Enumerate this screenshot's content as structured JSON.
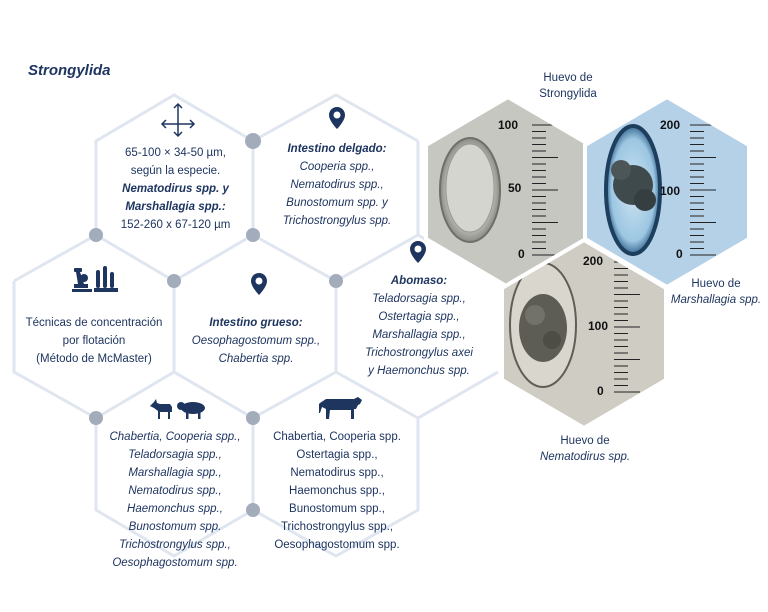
{
  "title": "Strongylida",
  "size_block": {
    "lines": [
      "65-100 × 34-50 µm,",
      "según la especie."
    ],
    "bold_lines": [
      "Nematodirus spp. y",
      "Marshallagia spp.:"
    ],
    "last_line": "152-260 x 67-120 µm",
    "icon": "arrows-move-icon"
  },
  "intestino_delgado": {
    "heading": "Intestino delgado:",
    "items": [
      "Cooperia spp.,",
      "Nematodirus spp.,",
      "Bunostomum spp. y",
      "Trichostrongylus spp."
    ],
    "icon": "location-pin-icon"
  },
  "tecnicas": {
    "lines": [
      "Técnicas de concentración",
      "por flotación",
      "(Método de McMaster)"
    ],
    "icon": "microscope-lab-icon"
  },
  "intestino_grueso": {
    "heading": "Intestino grueso:",
    "items": [
      "Oesophagostomum spp.,",
      "Chabertia spp."
    ],
    "icon": "location-pin-icon"
  },
  "abomaso": {
    "heading": "Abomaso:",
    "items": [
      "Teladorsagia spp.,",
      "Ostertagia spp.,",
      "Marshallagia spp.,",
      "Trichostrongylus axei",
      "y Haemonchus spp."
    ],
    "icon": "location-pin-icon"
  },
  "pequenos_rumiantes": {
    "items": [
      "Chabertia, Cooperia spp.,",
      "Teladorsagia spp.,",
      "Marshallagia spp.,",
      "Nematodirus spp.,",
      "Haemonchus spp.,",
      "Bunostomum spp.",
      "Trichostrongylus spp.,",
      "Oesophagostomum spp."
    ],
    "icon": "goat-sheep-icon"
  },
  "bovinos": {
    "items": [
      "Chabertia, Cooperia spp.",
      "Ostertagia spp.,",
      "Nematodirus spp.,",
      "Haemonchus spp.,",
      "Bunostomum spp.,",
      "Trichostrongylus spp.,",
      "Oesophagostomum spp."
    ],
    "icon": "cow-icon"
  },
  "micrographs": {
    "strongylida": {
      "label_lines": [
        "Huevo de",
        "Strongylida"
      ],
      "scale": [
        "100",
        "50",
        "0"
      ]
    },
    "marshallagia": {
      "label_lines": [
        "Huevo de",
        "Marshallagia spp."
      ],
      "scale": [
        "200",
        "100",
        "0"
      ]
    },
    "nematodirus": {
      "label_lines": [
        "Huevo de",
        "Nematodirus spp."
      ],
      "scale": [
        "200",
        "100",
        "0"
      ]
    }
  },
  "colors": {
    "navy": "#1e3560",
    "hex_line": "#dfe6f0",
    "dot": "#a3acba"
  }
}
